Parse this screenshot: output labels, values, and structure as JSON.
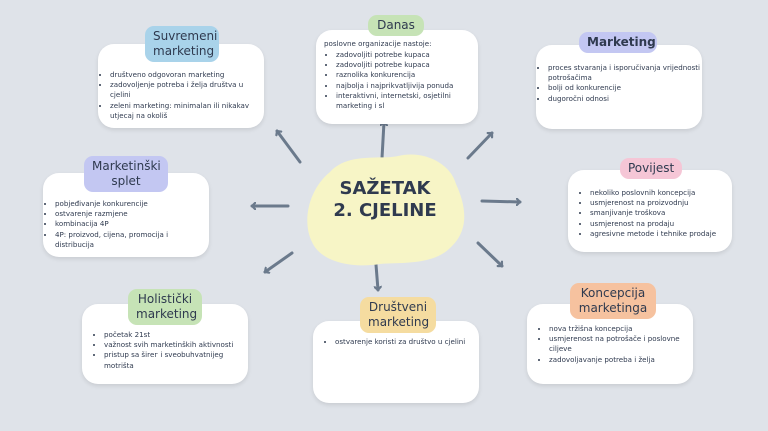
{
  "center": {
    "title": "SAŽETAK\n2. CJELINE"
  },
  "nodes": {
    "suvremeni": {
      "label": "Suvremeni\nmarketing",
      "color": "#a9d3ea",
      "items": [
        "društveno odgovoran marketing",
        "zadovoljenje potreba i želja društva u cjelini",
        "zeleni marketing: minimalan ili nikakav utjecaj na okoliš"
      ]
    },
    "danas": {
      "label": "Danas",
      "color": "#c6e3b6",
      "intro": "poslovne organizacije nastoje:",
      "items": [
        "zadovoljiti potrebe kupaca",
        "zadovoljiti potrebe kupaca",
        "raznolika konkurencija",
        "najbolja i najprikvatljivija ponuda",
        "interaktivni, internetski, osjetilni marketing i sl"
      ]
    },
    "marketing": {
      "label": "Marketing",
      "color": "#c3c7f2",
      "items": [
        "proces stvaranja i isporučivanja vrijednosti potrošačima",
        "bolji od konkurencije",
        "dugoročni odnosi"
      ]
    },
    "splet": {
      "label": "Marketinški\nsplet",
      "color": "#c3c7f2",
      "items": [
        "pobjeđivanje konkurencije",
        "ostvarenje razmjene",
        "kombinacija 4P",
        "4P: proizvod, cijena, promocija i distribucija"
      ]
    },
    "povijest": {
      "label": "Povijest",
      "color": "#f5c6d6",
      "items": [
        "nekoliko poslovnih koncepcija",
        "usmjerenost na proizvodnju",
        "smanjivanje troškova",
        "usmjerenost na prodaju",
        "agresivne metode i tehnike prodaje"
      ]
    },
    "holisticki": {
      "label": "Holistički\nmarketing",
      "color": "#c6e3b6",
      "items": [
        "početak 21st",
        "važnost svih marketinških aktivnosti",
        "pristup sa širег i sveobuhvatnijeg motrišta"
      ]
    },
    "drustveni": {
      "label": "Društveni\nmarketing",
      "color": "#f5dca0",
      "items": [
        "ostvarenje koristi za društvo u cjelini"
      ]
    },
    "koncepcija": {
      "label": "Koncepcija\nmarketinga",
      "color": "#f6c29f",
      "items": [
        "nova tržišna koncepcija",
        "usmjerenost na potrošače i poslovne ciljeve",
        "zadovoljavanje potreba i želja"
      ]
    }
  }
}
